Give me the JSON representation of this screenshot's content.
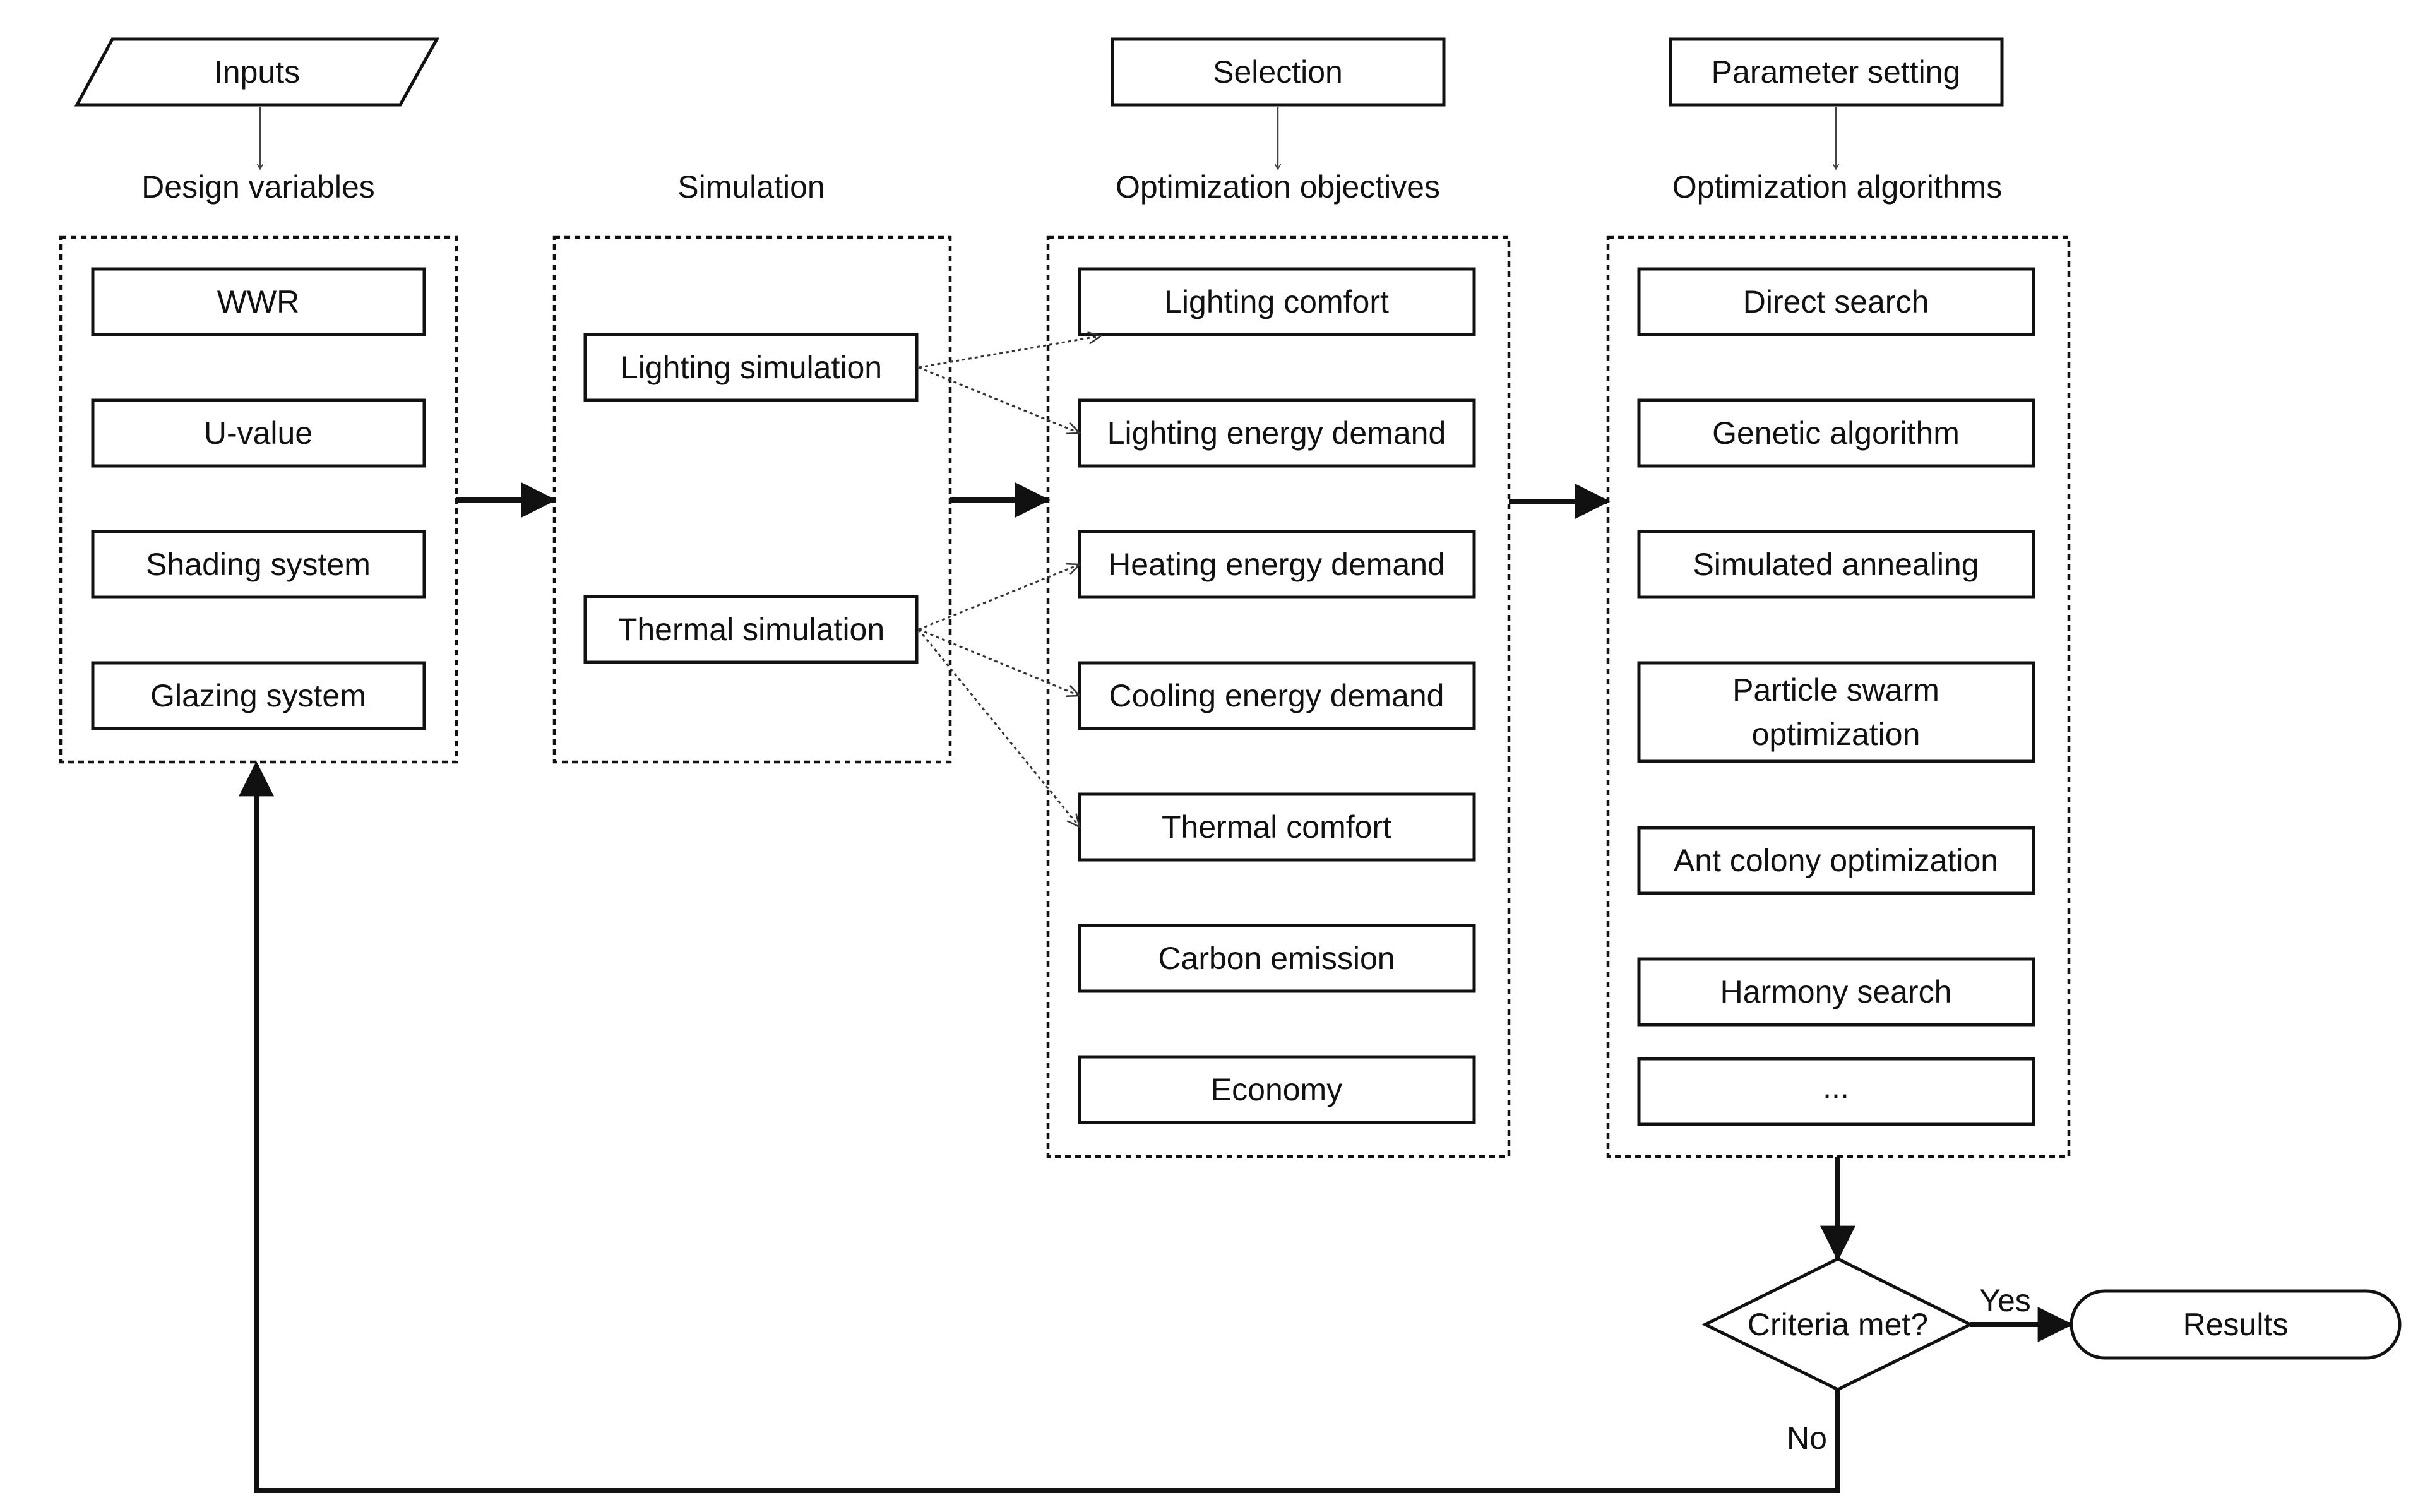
{
  "header_boxes": {
    "inputs": "Inputs",
    "selection": "Selection",
    "parameter_setting": "Parameter setting"
  },
  "column_titles": {
    "design_variables": "Design variables",
    "simulation": "Simulation",
    "optimization_objectives": "Optimization objectives",
    "optimization_algorithms": "Optimization algorithms"
  },
  "design_variables": [
    "WWR",
    "U-value",
    "Shading system",
    "Glazing system"
  ],
  "simulation": [
    "Lighting simulation",
    "Thermal simulation"
  ],
  "objectives": [
    "Lighting comfort",
    "Lighting energy demand",
    "Heating energy demand",
    "Cooling energy demand",
    "Thermal comfort",
    "Carbon emission",
    "Economy"
  ],
  "algorithms": [
    [
      "Direct search"
    ],
    [
      "Genetic algorithm"
    ],
    [
      "Simulated annealing"
    ],
    [
      "Particle swarm",
      "optimization"
    ],
    [
      "Ant colony optimization"
    ],
    [
      "Harmony search"
    ],
    [
      "..."
    ]
  ],
  "decision": {
    "question": "Criteria met?",
    "yes": "Yes",
    "no": "No"
  },
  "results": "Results"
}
